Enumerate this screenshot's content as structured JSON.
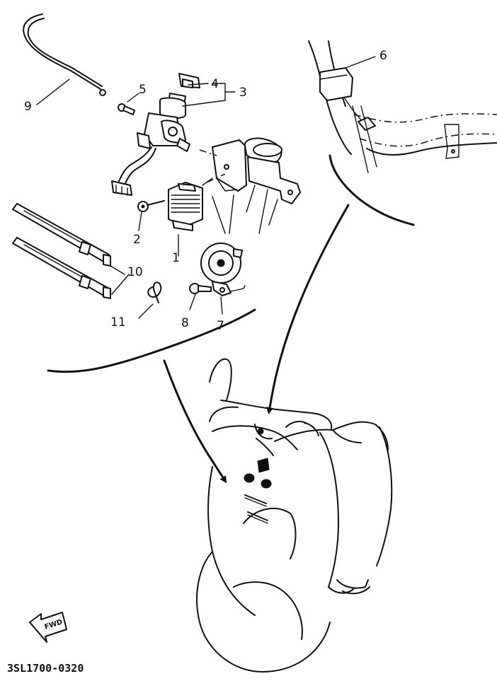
{
  "callouts": {
    "c1": "1",
    "c2": "2",
    "c3": "3",
    "c4": "4",
    "c5": "5",
    "c6": "6",
    "c7": "7",
    "c8": "8",
    "c9": "9",
    "c10": "10",
    "c11": "11"
  },
  "diagram_code": "3SL1700-0320",
  "fwd_label": "FWD"
}
